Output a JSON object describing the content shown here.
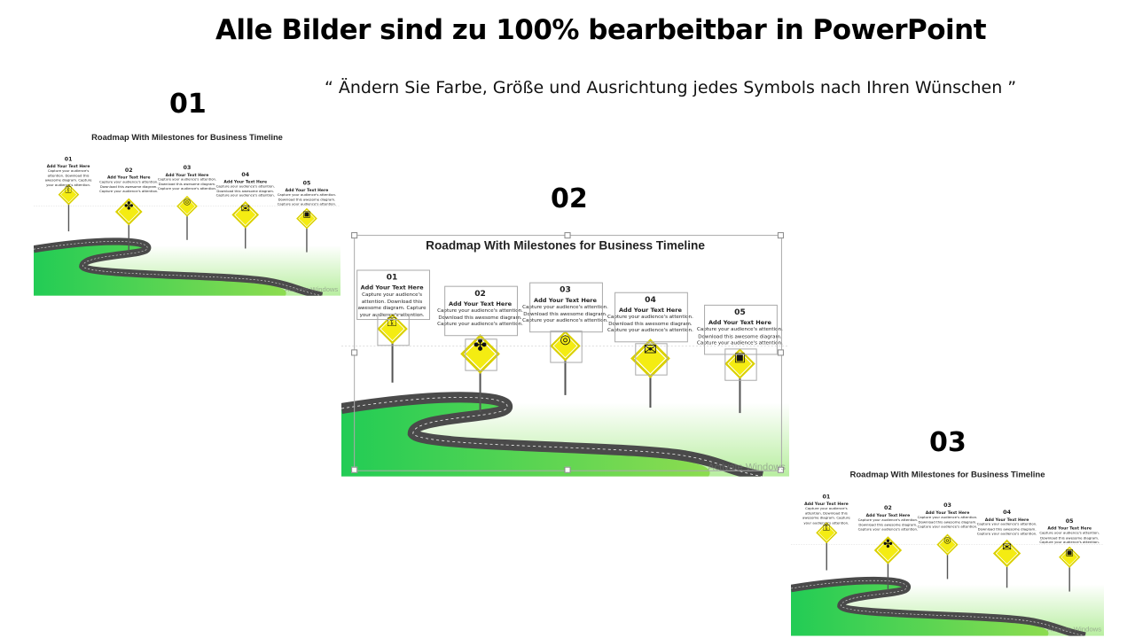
{
  "slide": {
    "title": "Alle Bilder sind zu 100% bearbeitbar in PowerPoint",
    "subtitle": "“ Ändern Sie Farbe, Größe und Ausrichtung jedes Symbols nach Ihren Wünschen ”"
  },
  "panels": [
    {
      "label": "01"
    },
    {
      "label": "02"
    },
    {
      "label": "03"
    }
  ],
  "diagram": {
    "title": "Roadmap With Milestones for Business Timeline",
    "watermark": "Activate Windows",
    "colors": {
      "sign": "#f4ec12",
      "road": "#4a4a4a",
      "grass": "#3dd35a"
    },
    "milestones": [
      {
        "number": "01",
        "heading": "Add Your Text Here",
        "body": "Capture your audience's attention. Download this awesome diagram. Capture your audience's attention.",
        "icon": "lock-icon",
        "glyph": "⚿"
      },
      {
        "number": "02",
        "heading": "Add Your Text Here",
        "body": "Capture your audience's attention. Download this awesome diagram. Capture your audience's attention.",
        "icon": "handshake-icon",
        "glyph": "✤"
      },
      {
        "number": "03",
        "heading": "Add Your Text Here",
        "body": "Capture your audience's attention. Download this awesome diagram. Capture your audience's attention.",
        "icon": "target-icon",
        "glyph": "◎"
      },
      {
        "number": "04",
        "heading": "Add Your Text Here",
        "body": "Capture your audience's attention. Download this awesome diagram. Capture your audience's attention.",
        "icon": "envelope-icon",
        "glyph": "✉"
      },
      {
        "number": "05",
        "heading": "Add Your Text Here",
        "body": "Capture your audience's attention. Download this awesome diagram. Capture your audience's attention.",
        "icon": "briefcase-icon",
        "glyph": "▣"
      }
    ]
  }
}
